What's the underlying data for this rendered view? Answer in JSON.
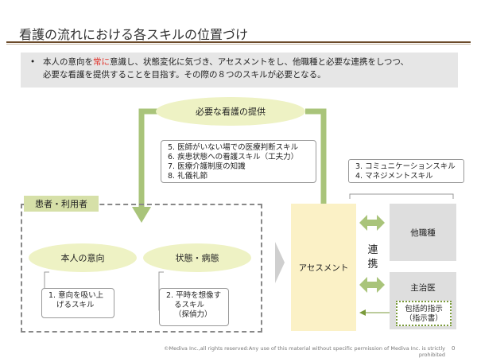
{
  "title": "看護の流れにおける各スキルの位置づけ",
  "summary": {
    "bullet": "•",
    "line1_a": "本人の意向を",
    "line1_red": "常に",
    "line1_b": "意識し、状態変化に気づき、アセスメントをし、他職種と必要な連携をしつつ、",
    "line2": "必要な看護を提供することを目指す。その際の８つのスキルが必要となる。"
  },
  "provision": {
    "label": "必要な看護の提供",
    "skills": [
      "5. 医師がいない場での医療判断スキル",
      "6. 疾患状態への看護スキル（工夫力）",
      "7. 医療介護制度の知識",
      "8. 礼儀礼節"
    ]
  },
  "patient": {
    "tab": "患者・利用者",
    "intent_label": "本人の意向",
    "state_label": "状態・病態",
    "skill1": [
      "1. 意向を吸い上",
      "げるスキル"
    ],
    "skill2": [
      "2. 平時を想像す",
      "るスキル",
      "（探偵力）"
    ]
  },
  "assessment": {
    "label": "アセスメント"
  },
  "collab": {
    "skills": [
      "3. コミュニケーションスキル",
      "4. マネジメントスキル"
    ],
    "vertical": [
      "連",
      "携"
    ],
    "other_staff": "他職種",
    "doctor": "主治医",
    "instruction": [
      "包括的指示",
      "（指示書）"
    ]
  },
  "colors": {
    "green_arrow": "#a9c47a",
    "ellipse": "#eef2c4",
    "assessment": "#fbf1c6",
    "title_rule": "#6b4a2a"
  },
  "footer": {
    "copyright": "©Mediva Inc.,all rights reserved:Any use of this material without specific permission of Mediva Inc. is strictly prohibited",
    "page": "0"
  }
}
